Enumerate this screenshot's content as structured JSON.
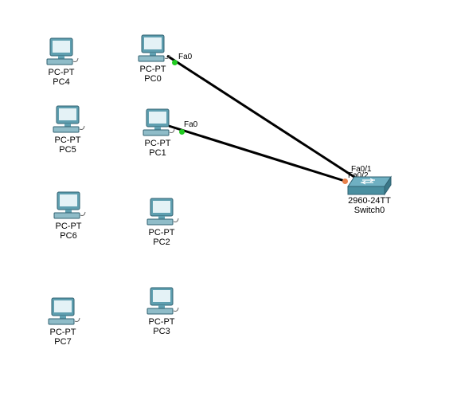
{
  "devices": {
    "pc0": {
      "type": "PC-PT",
      "name": "PC0"
    },
    "pc1": {
      "type": "PC-PT",
      "name": "PC1"
    },
    "pc2": {
      "type": "PC-PT",
      "name": "PC2"
    },
    "pc3": {
      "type": "PC-PT",
      "name": "PC3"
    },
    "pc4": {
      "type": "PC-PT",
      "name": "PC4"
    },
    "pc5": {
      "type": "PC-PT",
      "name": "PC5"
    },
    "pc6": {
      "type": "PC-PT",
      "name": "PC6"
    },
    "pc7": {
      "type": "PC-PT",
      "name": "PC7"
    },
    "switch0": {
      "type": "2960-24TT",
      "name": "Switch0"
    }
  },
  "links": [
    {
      "from": "PC0",
      "from_port": "Fa0",
      "to": "Switch0",
      "to_port": "Fa0/1"
    },
    {
      "from": "PC1",
      "from_port": "Fa0",
      "to": "Switch0",
      "to_port": "Fa0/2"
    }
  ],
  "colors": {
    "link_up": "#22cc22",
    "link_pending": "#e8804a",
    "cable": "#000000",
    "device_teal": "#4a8fa0"
  }
}
